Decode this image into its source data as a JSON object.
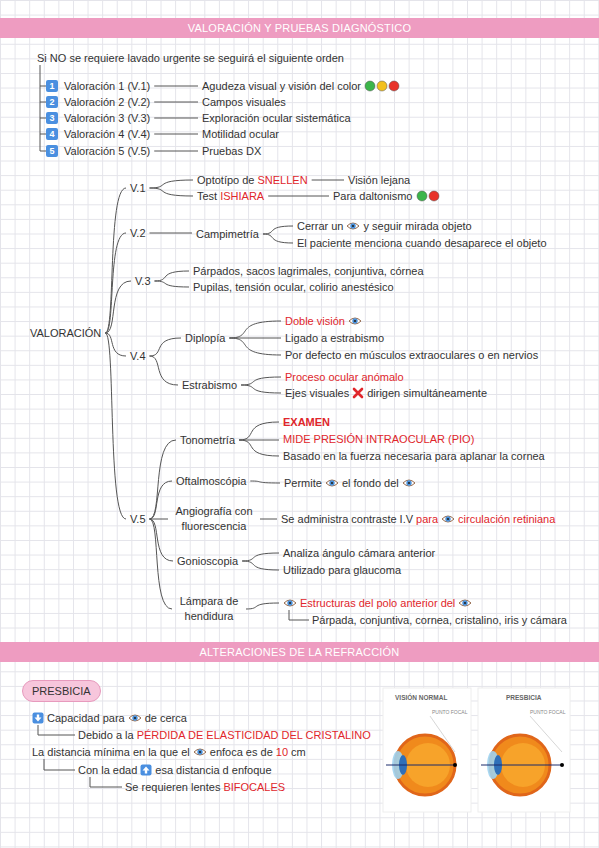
{
  "diagram": {
    "nodes": [
      {
        "text": [
          "VALORACIÓN Y PRUEBAS DIAGNÓSTICO"
        ]
      },
      {
        "text": [
          "1"
        ]
      },
      {
        "text": [
          "2"
        ]
      },
      {
        "text": [
          "3"
        ]
      },
      {
        "text": [
          "4"
        ]
      },
      {
        "text": [
          "5"
        ]
      },
      {
        "text": [
          "ALTERACIONES DE LA REFRACCIÓN"
        ]
      },
      {
        "text": [
          "PRESBICIA"
        ]
      }
    ],
    "labels": [
      "Si NO se requiere lavado urgente se seguirá el siguiente orden",
      "Valoración 1 (V.1)",
      "Agudeza visual y visión del color",
      "Valoración 2 (V.2)",
      "Campos visuales",
      "Valoración 3 (V.3)",
      "Exploración ocular sistemática",
      "Valoración 4 (V.4)",
      "Motilidad ocular",
      "Valoración 5 (V.5)",
      "Pruebas DX",
      "VALORACIÓN",
      "V.1",
      "Optotípo de",
      "SNELLEN",
      "Visión lejana",
      "Test",
      "ISHIARA",
      "Para daltonismo",
      "V.2",
      "Campimetría",
      "Cerrar un",
      "y seguir mirada objeto",
      "El paciente menciona cuando desaparece el objeto",
      "V.3",
      "Párpados, sacos lagrimales, conjuntiva, córnea",
      "Pupilas, tensión ocular, colirio anestésico",
      "V.4",
      "Diplopía",
      "Doble visión",
      "Ligado a estrabismo",
      "Por defecto en músculos extraoculares o en nervios",
      "Estrabismo",
      "Proceso ocular anómalo",
      "Ejes visuales",
      "dirigen simultáneamente",
      "V.5",
      "Tonometría",
      "EXAMEN",
      "MIDE PRESIÓN INTRAOCULAR (PIO)",
      "Basado en la fuerza necesaria para aplanar la cornea",
      "Oftalmoscópia",
      "Permite",
      "el fondo del",
      "Angiografía con fluorescencia",
      "Se administra contraste I.V",
      "para",
      "circulación retiniana",
      "Gonioscopia",
      "Analiza ángulo cámara anterior",
      "Utilizado para glaucoma",
      "Lámpara de hendidura",
      "Estructuras del polo anterior del",
      "Párpada, conjuntiva, cornea, cristalino, iris y cámara",
      "Capacidad para",
      "de cerca",
      "Debido a la",
      "PÉRDIDA DE ELASTICIDAD DEL CRISTALINO",
      "La distancia mínima en la que el",
      "enfoca es de",
      "10",
      "cm",
      "Con la edad",
      "esa distancia d enfoque",
      "Se requieren lentes",
      "BIFOCALES",
      "VISIÓN NORMAL",
      "PRESBICIA",
      "PUNTO FOCAL",
      "PUNTO FOCAL"
    ]
  }
}
